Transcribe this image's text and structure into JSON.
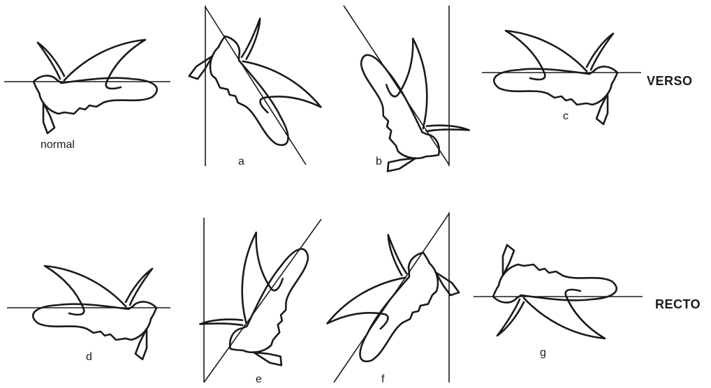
{
  "labels": {
    "normal": "normal",
    "a": "a",
    "b": "b",
    "c": "c",
    "d": "d",
    "e": "e",
    "f": "f",
    "g": "g"
  },
  "side_labels": {
    "verso": "VERSO",
    "recto": "RECTO"
  }
}
